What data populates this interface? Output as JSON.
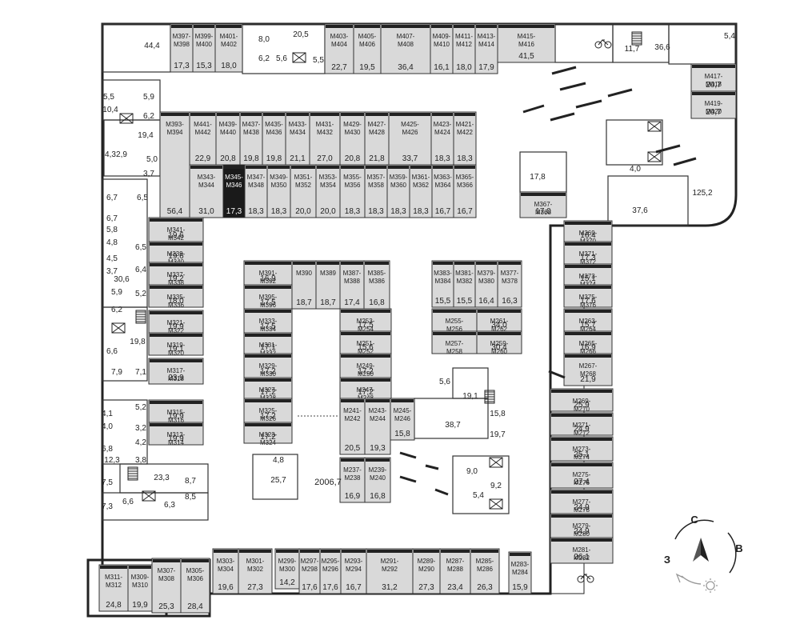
{
  "plan": {
    "common_area": "2006,7",
    "compass": {
      "north": "С",
      "east": "В",
      "west": "З"
    },
    "cells": [
      {
        "id": "M397-M398",
        "area": "17,3",
        "hl": false
      },
      {
        "id": "M399-M400",
        "area": "15,3",
        "hl": false
      },
      {
        "id": "M401-M402",
        "area": "18,0",
        "hl": false
      },
      {
        "id": "M403-M404",
        "area": "22,7",
        "hl": false
      },
      {
        "id": "M405-M406",
        "area": "19,5",
        "hl": false
      },
      {
        "id": "M407-M408",
        "area": "36,4",
        "hl": false
      },
      {
        "id": "M409-M410",
        "area": "16,1",
        "hl": false
      },
      {
        "id": "M411-M412",
        "area": "18,0",
        "hl": false
      },
      {
        "id": "M413-M414",
        "area": "17,9",
        "hl": false
      },
      {
        "id": "M415-M416",
        "area": "41,5",
        "hl": false
      },
      {
        "id": "M417-M418",
        "area": "20,7",
        "hl": false
      },
      {
        "id": "M419-M420",
        "area": "20,7",
        "hl": false
      },
      {
        "id": "M441-M442",
        "area": "22,9",
        "hl": false
      },
      {
        "id": "M439-M440",
        "area": "20,8",
        "hl": false
      },
      {
        "id": "M437-M438",
        "area": "19,8",
        "hl": false
      },
      {
        "id": "M435-M436",
        "area": "19,8",
        "hl": false
      },
      {
        "id": "M433-M434",
        "area": "21,1",
        "hl": false
      },
      {
        "id": "M431-M432",
        "area": "27,0",
        "hl": false
      },
      {
        "id": "M429-M430",
        "area": "20,8",
        "hl": false
      },
      {
        "id": "M427-M428",
        "area": "21,8",
        "hl": false
      },
      {
        "id": "M425-M426",
        "area": "33,7",
        "hl": false
      },
      {
        "id": "M423-M424",
        "area": "18,3",
        "hl": false
      },
      {
        "id": "M421-M422",
        "area": "18,3",
        "hl": false
      },
      {
        "id": "M393-M394",
        "area": "56,4",
        "hl": false
      },
      {
        "id": "M343-M344",
        "area": "31,0",
        "hl": false
      },
      {
        "id": "M345-M346",
        "area": "17,3",
        "hl": true
      },
      {
        "id": "M347-M348",
        "area": "18,3",
        "hl": false
      },
      {
        "id": "M349-M350",
        "area": "18,3",
        "hl": false
      },
      {
        "id": "M351-M352",
        "area": "20,0",
        "hl": false
      },
      {
        "id": "M353-M354",
        "area": "20,0",
        "hl": false
      },
      {
        "id": "M355-M356",
        "area": "18,3",
        "hl": false
      },
      {
        "id": "M357-M358",
        "area": "18,3",
        "hl": false
      },
      {
        "id": "M359-M360",
        "area": "18,3",
        "hl": false
      },
      {
        "id": "M361-M362",
        "area": "18,3",
        "hl": false
      },
      {
        "id": "M363-M364",
        "area": "16,7",
        "hl": false
      },
      {
        "id": "M365-M366",
        "area": "16,7",
        "hl": false
      },
      {
        "id": "M367-M368",
        "area": "17,0",
        "hl": false
      },
      {
        "id": "M341-M342",
        "area": "19,6",
        "hl": false
      },
      {
        "id": "M339-M340",
        "area": "19,6",
        "hl": false
      },
      {
        "id": "M337-M338",
        "area": "19,2",
        "hl": false
      },
      {
        "id": "M335-M336",
        "area": "18,0",
        "hl": false
      },
      {
        "id": "M321-M322",
        "area": "19,9",
        "hl": false
      },
      {
        "id": "M319-M320",
        "area": "19,1",
        "hl": false
      },
      {
        "id": "M317-M318",
        "area": "23,9",
        "hl": false
      },
      {
        "id": "M315-M316",
        "area": "19,9",
        "hl": false
      },
      {
        "id": "M313-M314",
        "area": "19,9",
        "hl": false
      },
      {
        "id": "M391-M392",
        "area": "16,9",
        "hl": false
      },
      {
        "id": "M395-M396",
        "area": "17,5",
        "hl": false
      },
      {
        "id": "M390",
        "area": "18,7",
        "hl": false
      },
      {
        "id": "M389",
        "area": "18,7",
        "hl": false
      },
      {
        "id": "M387-M388",
        "area": "17,4",
        "hl": false
      },
      {
        "id": "M385-M386",
        "area": "16,8",
        "hl": false
      },
      {
        "id": "M333-M334",
        "area": "17,5",
        "hl": false
      },
      {
        "id": "M331-M332",
        "area": "17,1",
        "hl": false
      },
      {
        "id": "M329-M330",
        "area": "17,2",
        "hl": false
      },
      {
        "id": "M327-M328",
        "area": "17,2",
        "hl": false
      },
      {
        "id": "M325-M326",
        "area": "17,2",
        "hl": false
      },
      {
        "id": "M323-M324",
        "area": "17,2",
        "hl": false
      },
      {
        "id": "M253-M254",
        "area": "17,5",
        "hl": false
      },
      {
        "id": "M251-M252",
        "area": "15,6",
        "hl": false
      },
      {
        "id": "M249-M250",
        "area": "17,2",
        "hl": false
      },
      {
        "id": "M247-M248",
        "area": "17,2",
        "hl": false
      },
      {
        "id": "M245-M246",
        "area": "15,8",
        "hl": false
      },
      {
        "id": "M241-M242",
        "area": "20,5",
        "hl": false
      },
      {
        "id": "M243-M244",
        "area": "19,3",
        "hl": false
      },
      {
        "id": "M237-M238",
        "area": "16,9",
        "hl": false
      },
      {
        "id": "M239-M240",
        "area": "16,8",
        "hl": false
      },
      {
        "id": "M383-M384",
        "area": "15,5",
        "hl": false
      },
      {
        "id": "M381-M382",
        "area": "15,5",
        "hl": false
      },
      {
        "id": "M379-M380",
        "area": "16,4",
        "hl": false
      },
      {
        "id": "M377-M378",
        "area": "16,3",
        "hl": false
      },
      {
        "id": "M255-M256",
        "area": "",
        "hl": false
      },
      {
        "id": "M261-M262",
        "area": "34,0",
        "hl": false
      },
      {
        "id": "M257-M258",
        "area": "",
        "hl": false
      },
      {
        "id": "M259-M260",
        "area": "30,4",
        "hl": false
      },
      {
        "id": "M369-M370",
        "area": "16,4",
        "hl": false
      },
      {
        "id": "M371-M372",
        "area": "17,3",
        "hl": false
      },
      {
        "id": "M373-M374",
        "area": "15,1",
        "hl": false
      },
      {
        "id": "M375-M376",
        "area": "17,6",
        "hl": false
      },
      {
        "id": "M263-M264",
        "area": "15,7",
        "hl": false
      },
      {
        "id": "M265-M266",
        "area": "16,9",
        "hl": false
      },
      {
        "id": "M267-M268",
        "area": "21,9",
        "hl": false
      },
      {
        "id": "M269-M270",
        "area": "25,9",
        "hl": false
      },
      {
        "id": "M271-M272",
        "area": "24,9",
        "hl": false
      },
      {
        "id": "M273-M274",
        "area": "25,1",
        "hl": false
      },
      {
        "id": "M275-M276",
        "area": "27,4",
        "hl": false
      },
      {
        "id": "M277-M278",
        "area": "24,9",
        "hl": false
      },
      {
        "id": "M279-M280",
        "area": "24,9",
        "hl": false
      },
      {
        "id": "M281-M282",
        "area": "26,1",
        "hl": false
      },
      {
        "id": "M311-M312",
        "area": "24,8",
        "hl": false
      },
      {
        "id": "M309-M310",
        "area": "19,9",
        "hl": false
      },
      {
        "id": "M307-M308",
        "area": "25,3",
        "hl": false
      },
      {
        "id": "M305-M306",
        "area": "28,4",
        "hl": false
      },
      {
        "id": "M303-M304",
        "area": "19,6",
        "hl": false
      },
      {
        "id": "M301-M302",
        "area": "27,3",
        "hl": false
      },
      {
        "id": "M299-M300",
        "area": "14,2",
        "hl": false
      },
      {
        "id": "M297-M298",
        "area": "17,6",
        "hl": false
      },
      {
        "id": "M295-M296",
        "area": "17,6",
        "hl": false
      },
      {
        "id": "M293-M294",
        "area": "16,7",
        "hl": false
      },
      {
        "id": "M291-M292",
        "area": "31,2",
        "hl": false
      },
      {
        "id": "M289-M290",
        "area": "27,3",
        "hl": false
      },
      {
        "id": "M287-M288",
        "area": "23,4",
        "hl": false
      },
      {
        "id": "M285-M286",
        "area": "26,3",
        "hl": false
      },
      {
        "id": "M283-M284",
        "area": "15,9",
        "hl": false
      }
    ],
    "rooms": [
      "44,4",
      "8,0",
      "20,5",
      "6,2",
      "5,6",
      "5,5",
      "11,7",
      "36,6",
      "5,4",
      "5,5",
      "5,9",
      "10,4",
      "6,2",
      "19,4",
      "4,3",
      "2,9",
      "5,0",
      "3,7",
      "4,0",
      "37,6",
      "125,2",
      "17,8",
      "6,7",
      "6,5",
      "6,7",
      "5,8",
      "4,8",
      "6,5",
      "4,5",
      "6,4",
      "3,7",
      "30,6",
      "5,2",
      "5,9",
      "6,2",
      "19,8",
      "6,6",
      "7,9",
      "7,1",
      "4,1",
      "5,2",
      "4,0",
      "3,2",
      "4,2",
      "6,8",
      "12,3",
      "3,8",
      "23,3",
      "7,5",
      "8,7",
      "7,3",
      "6,6",
      "6,3",
      "8,5",
      "4,8",
      "25,7",
      "5,6",
      "19,1",
      "38,7",
      "15,8",
      "19,7",
      "9,0",
      "9,2",
      "5,4"
    ],
    "legend": {
      "bike": "bike-icon",
      "stairs": "stairs-icon",
      "elevator": "elevator-icon"
    }
  }
}
